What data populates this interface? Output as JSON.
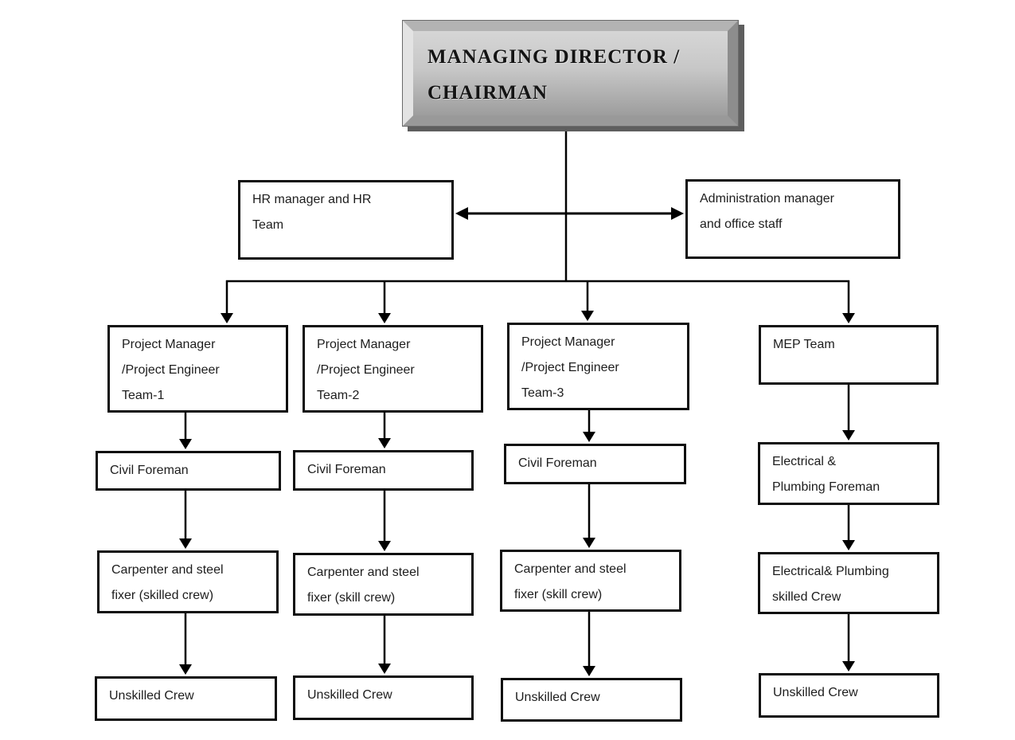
{
  "title": "MANAGING DIRECTOR /\nCHAIRMAN",
  "staff": {
    "hr": "HR manager and HR\nTeam",
    "admin": "Administration manager\nand office staff"
  },
  "columns": [
    {
      "manager": "Project Manager\n/Project Engineer\nTeam-1",
      "foreman": "Civil Foreman",
      "skilled": "Carpenter and steel\nfixer (skilled crew)",
      "unskilled": "Unskilled Crew"
    },
    {
      "manager": "Project Manager\n/Project Engineer\nTeam-2",
      "foreman": "Civil Foreman",
      "skilled": "Carpenter and steel\nfixer (skill crew)",
      "unskilled": "Unskilled Crew"
    },
    {
      "manager": "Project Manager\n/Project Engineer\nTeam-3",
      "foreman": "Civil Foreman",
      "skilled": "Carpenter and steel\nfixer (skill crew)",
      "unskilled": "Unskilled Crew"
    },
    {
      "manager": "MEP Team",
      "foreman": "Electrical &\nPlumbing Foreman",
      "skilled": "Electrical& Plumbing\nskilled Crew",
      "unskilled": "Unskilled Crew"
    }
  ],
  "colors": {
    "connector": "#000000",
    "box_border": "#0f0f0f",
    "box_background": "#ffffff",
    "text": "#1d1d1d",
    "root_bevel_light": "#e3e3e3",
    "root_bevel_dark": "#8d8d8d",
    "root_gradient_top": "#d6d6d6",
    "root_gradient_bottom": "#9d9d9d",
    "root_shadow": "#5e5e5e",
    "root_text": "#141414"
  }
}
